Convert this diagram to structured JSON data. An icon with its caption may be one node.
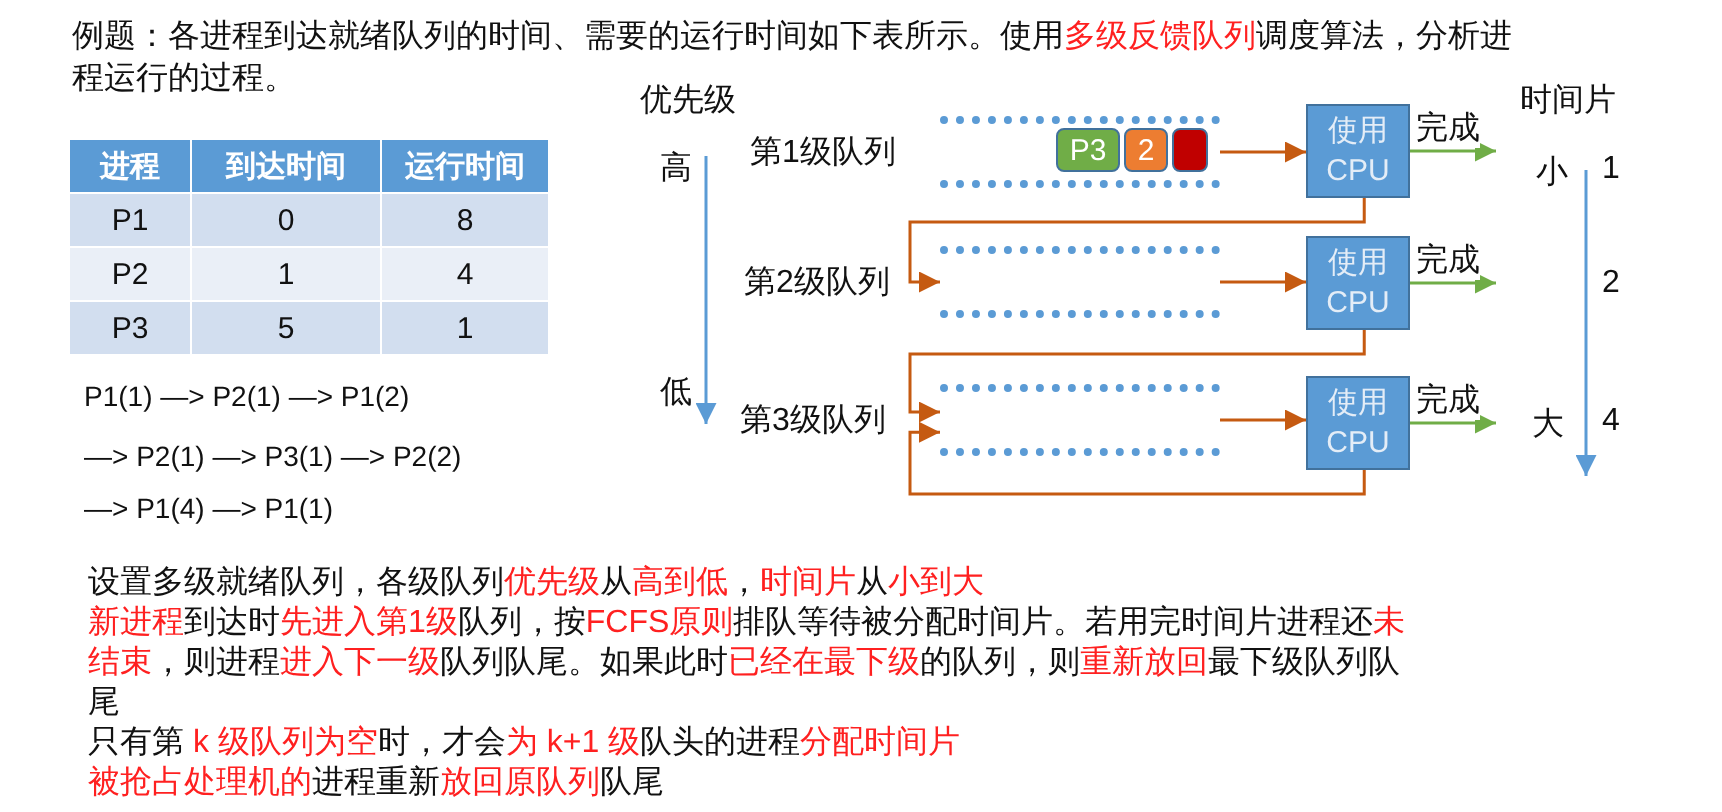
{
  "diagram": {
    "nodes": [
      {
        "text": [],
        "shape": "box",
        "beside": [
          "第1级队列"
        ]
      },
      {
        "text": [
          "P3"
        ],
        "in": 0
      },
      {
        "text": [
          "2"
        ],
        "in": 0
      },
      {
        "text": [],
        "shape": "box",
        "in": 0
      },
      {
        "text": [
          "使用 CPU"
        ]
      },
      {
        "text": [],
        "shape": "box",
        "beside": [
          "第2级队列"
        ]
      },
      {
        "text": [
          "使用 CPU"
        ]
      },
      {
        "text": [],
        "shape": "box",
        "beside": [
          "第3级队列"
        ]
      },
      {
        "text": [
          "使用 CPU"
        ]
      }
    ],
    "edges": [
      {
        "from": 0,
        "to": 4,
        "arrow": "to"
      },
      {
        "from": 4,
        "to": null,
        "arrow": "to",
        "label": "完成",
        "color": "#70ad47"
      },
      {
        "from": 4,
        "to": 5,
        "arrow": "to"
      },
      {
        "from": 5,
        "to": 6,
        "arrow": "to"
      },
      {
        "from": 6,
        "to": null,
        "arrow": "to",
        "label": "完成",
        "color": "#70ad47"
      },
      {
        "from": 6,
        "to": 7,
        "arrow": "to"
      },
      {
        "from": 7,
        "to": 8,
        "arrow": "to"
      },
      {
        "from": 8,
        "to": null,
        "arrow": "to",
        "label": "完成",
        "color": "#70ad47"
      },
      {
        "from": 8,
        "to": 7,
        "arrow": "to"
      }
    ],
    "labels": [
      "例题：各进程到达就绪队列的时间、需要的运行时间如下表所示。使用**多级反馈队列**调度算法，分析进程运行的过程。",
      "进程",
      "到达时间",
      "运行时间",
      "P1",
      "0",
      "8",
      "P2",
      "1",
      "4",
      "P3",
      "5",
      "1",
      "P1(1) —> P2(1) —> P1(2)",
      "—> P2(1) —> P3(1) —> P2(2)",
      "—> P1(4) —> P1(1)",
      "优先级",
      "高",
      "低",
      "时间片",
      "小",
      "大",
      "1",
      "2",
      "4",
      "设置多级就绪队列，各级队列**优先级**从**高到低**，**时间片**从**小到大**",
      "**新进程**到达时**先进入第1级**队列，按**FCFS原则**排队等待被分配时间片。若用完时间片进程还**未结束**，则进程**进入下一级**队列队尾。如果此时**已经在最下级**的队列，则**重新放回**最下级队列队尾",
      "只有第 **k 级队列为空**时，才会**为 k+1 级**队头的进程**分配时间片**",
      "**被抢占处理机的**进程重新**放回原队列**队尾"
    ]
  }
}
